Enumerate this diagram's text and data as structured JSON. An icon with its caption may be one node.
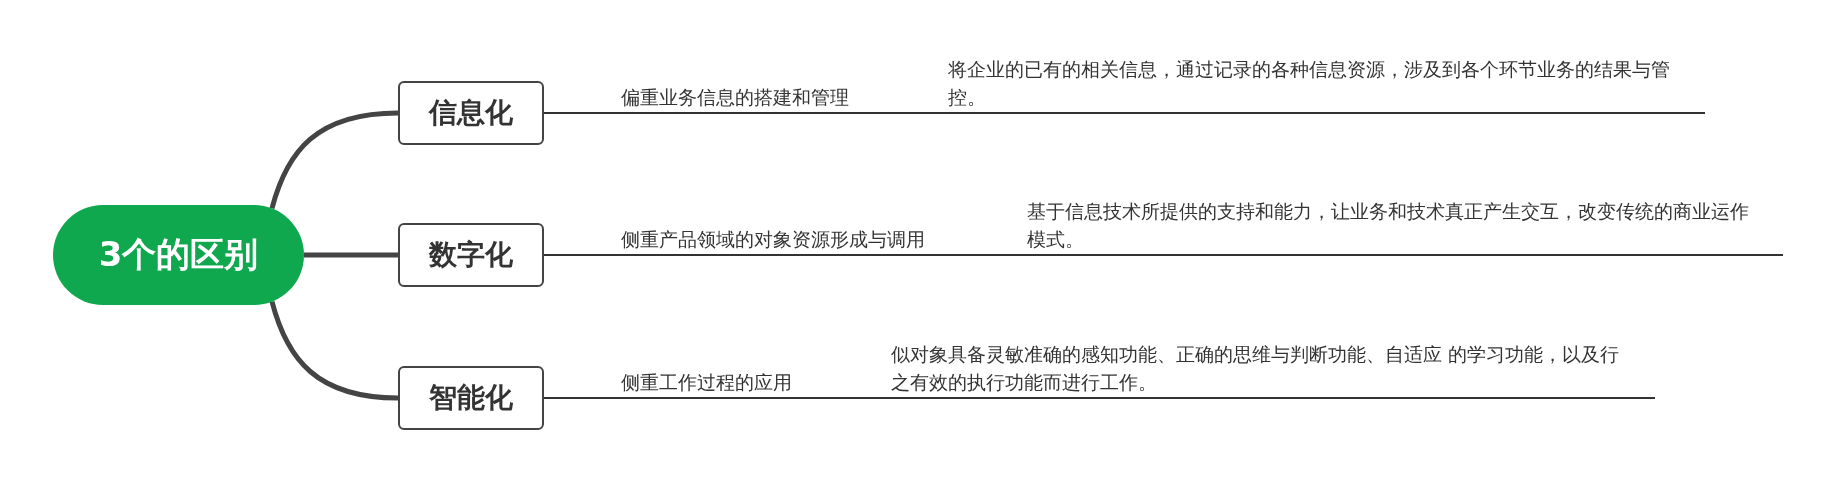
{
  "diagram": {
    "nodes": [
      {
        "text": [
          "3个的区别"
        ]
      },
      {
        "text": [
          "信息化"
        ]
      },
      {
        "text": [
          "偏重业务信息的搭建和管理"
        ]
      },
      {
        "text": [
          "将企业的已有的相关信息，通过记录的各种信息资源，涉及到各个环节业务的结果与管控。"
        ]
      },
      {
        "text": [
          "数字化"
        ]
      },
      {
        "text": [
          "侧重产品领域的对象资源形成与调用"
        ]
      },
      {
        "text": [
          "基于信息技术所提供的支持和能力，让业务和技术真正产生交互，改变传统的商业运作模式。"
        ]
      },
      {
        "text": [
          "智能化"
        ]
      },
      {
        "text": [
          "侧重工作过程的应用"
        ]
      },
      {
        "text": [
          "似对象具备灵敏准确的感知功能、正确的思维与判断功能、自适应 的学习功能，以及行之有效的执行功能而进行工作。"
        ]
      }
    ],
    "edges": [
      {
        "from": 0,
        "to": 1,
        "arrow": "none",
        "style": "thick"
      },
      {
        "from": 0,
        "to": 4,
        "arrow": "none",
        "style": "thick"
      },
      {
        "from": 0,
        "to": 7,
        "arrow": "none",
        "style": "thick"
      },
      {
        "from": 1,
        "to": 2,
        "arrow": "none"
      },
      {
        "from": 2,
        "to": 3,
        "arrow": "none"
      },
      {
        "from": 4,
        "to": 5,
        "arrow": "none"
      },
      {
        "from": 5,
        "to": 6,
        "arrow": "none"
      },
      {
        "from": 7,
        "to": 8,
        "arrow": "none"
      },
      {
        "from": 8,
        "to": 9,
        "arrow": "none"
      }
    ]
  }
}
